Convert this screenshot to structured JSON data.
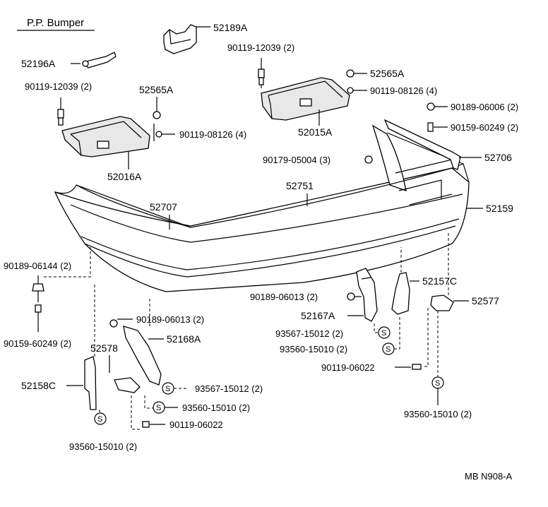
{
  "title": "P.P. Bumper",
  "footer_code": "MB N908-A",
  "symbol_s": "S",
  "labels": {
    "p52189A": "52189A",
    "p52196A": "52196A",
    "p90119_12039_left": "90119-12039 (2)",
    "p90119_12039_right": "90119-12039 (2)",
    "p52565A_left": "52565A",
    "p52565A_right": "52565A",
    "p90119_08126_left": "90119-08126 (4)",
    "p90119_08126_right": "90119-08126 (4)",
    "p52016A": "52016A",
    "p52015A": "52015A",
    "p90189_06006": "90189-06006 (2)",
    "p90159_60249_right": "90159-60249 (2)",
    "p90179_05004": "90179-05004 (3)",
    "p52706": "52706",
    "p52751": "52751",
    "p52707": "52707",
    "p52159": "52159",
    "p90189_06144": "90189-06144 (2)",
    "p90159_60249_left": "90159-60249 (2)",
    "p52157C": "52157C",
    "p90189_06013_right": "90189-06013 (2)",
    "p52167A": "52167A",
    "p52577": "52577",
    "p93567_15012_right": "93567-15012 (2)",
    "p93560_15010_a": "93560-15010 (2)",
    "p90189_06013_left": "90189-06013 (2)",
    "p52168A": "52168A",
    "p52578": "52578",
    "p52158C": "52158C",
    "p93567_15012_left": "93567-15012 (2)",
    "p93560_15010_b": "93560-15010 (2)",
    "p90119_06022_right": "90119-06022",
    "p90119_06022_left": "90119-06022",
    "p93560_15010_c": "93560-15010 (2)",
    "p93560_15010_d": "93560-15010 (2)"
  }
}
